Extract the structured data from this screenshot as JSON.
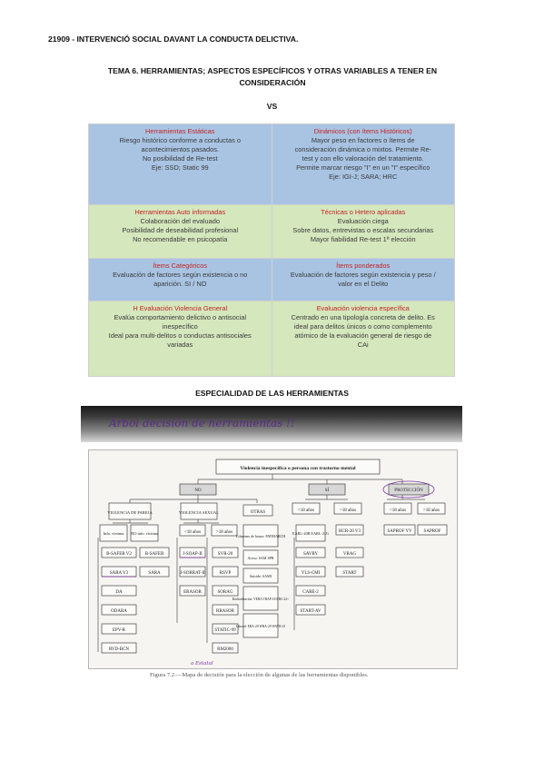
{
  "header": {
    "title": "21909 - INTERVENCIÓ SOCIAL DAVANT LA CONDUCTA DELICTIVA."
  },
  "topic": {
    "line1": "TEMA 6. HERRAMIENTAS; ASPECTOS ESPECÍFICOS Y OTRAS VARIABLES A TENER EN",
    "line2": "CONSIDERACIÓN"
  },
  "vs_label": "VS",
  "table": {
    "rows": [
      {
        "left": {
          "heading": "Herramientas Estáticas",
          "lines": [
            "Riesgo histórico conforme a conductas o",
            "acontecimientos pasados.",
            "No posibilidad de Re-test",
            "Eje: SSD; Static 99"
          ]
        },
        "right": {
          "heading": "Dinámicos (con ítems Históricos)",
          "lines": [
            "Mayor peso en factores o ítems de",
            "consideración dinámica o mixtos. Permite Re-",
            "test y con ello valoración del tratamiento.",
            "Permite marcar riesgo \"I\" en un \"I\" específico",
            "Eje: IGI-J; SARA; HRC"
          ]
        }
      },
      {
        "left": {
          "heading": "Herramientas Auto informadas",
          "lines": [
            "Colaboración del evaluado",
            "Posibilidad de deseabilidad profesional",
            "No recomendable en psicopatía"
          ]
        },
        "right": {
          "heading": "Técnicas o Hetero aplicadas",
          "lines": [
            "Evaluación ciega",
            "Sobre datos, entrevistas o escalas secundarias",
            "Mayor fiabilidad Re-test 1ª elección"
          ]
        }
      },
      {
        "left": {
          "heading": "Ítems Categóricos",
          "lines": [
            "Evaluación de factores según existencia o no",
            "aparición. SI / NO"
          ]
        },
        "right": {
          "heading": "Ítems ponderados",
          "lines": [
            "Evaluación de factores según existencia y peso /",
            "valor en el Delito"
          ]
        }
      },
      {
        "left": {
          "heading": "H Evaluación Violencia General",
          "lines": [
            "Evalúa comportamiento delictivo o antisocial",
            "inespecífico",
            "Ideal para multi-delitos o conductas antisociales",
            "variadas"
          ]
        },
        "right": {
          "heading": "Evaluación violencia específica",
          "lines": [
            "Centrado en una tipología concreta de delito. Es",
            "ideal para delitos únicos o como complemento",
            "atómico de la evaluación general de riesgo de",
            "CAi"
          ]
        }
      }
    ]
  },
  "subtitle": "ESPECIALIDAD DE LAS HERRAMIENTAS",
  "handwritten_note": "Árbol decisión de herramientas !!",
  "diagram": {
    "root": "Violencia inespecífica o persona con trastorno mental",
    "no_label": "NO",
    "si_label": "SÍ",
    "proteccion_label": "PROTECCIÓN",
    "violencia_pareja": "VIOLENCIA DE PAREJA",
    "violencia_sexual": "VIOLENCIA SEXUAL",
    "otras": "OTRAS",
    "info_victima": "Info. víctima",
    "no_info_victima": "NO info. víctima",
    "menos18": "<18 años",
    "mas18": ">18 años",
    "items_pareja": [
      "B-SAFER V2",
      "SARA V3",
      "DA",
      "ODARA",
      "EPV-R",
      "RVD-BCN"
    ],
    "item_bsafer": "B-SAFER",
    "item_sara": "SARA",
    "items_sexual_menor": [
      "J-SOAP-II",
      "J-SORRAT-II",
      "ERASOR"
    ],
    "items_sexual_mayor": [
      "SVR-20",
      "RSVP",
      "SORAG",
      "RRASOR",
      "STATIC-99",
      "RM2000"
    ],
    "otras_items": [
      "Crímenes de honor: PATRIARCH",
      "Acoso: SAM SPR",
      "Suicide: SAMI",
      "Radicalización: VERA TRAP-18 ERG 22+",
      "Laboral: ERA-20 WRA-20 WAVR-21"
    ],
    "si_menor_items": [
      "EARL-20B EARL-21G",
      "SAVRY",
      "YLS-CMI",
      "CARE-2",
      "START-AV"
    ],
    "si_mayor_items": [
      "HCR-20 V3",
      "VRAG",
      "START"
    ],
    "proteccion_menor": "SAPROF YV",
    "proteccion_mayor": "SAPROF",
    "annotation_a": "a Estatal"
  },
  "caption": "Figura 7.2.—Mapa de decisión para la elección de algunas de las herramientas disponibles."
}
